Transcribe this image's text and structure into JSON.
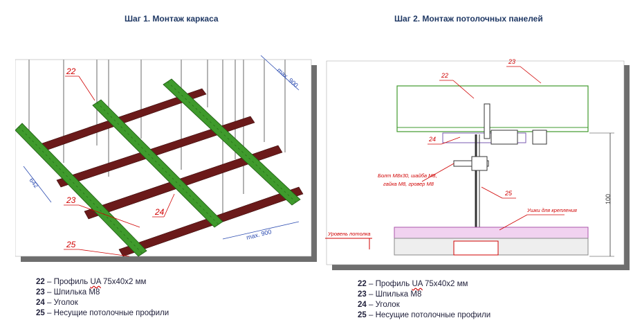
{
  "step1": {
    "title": "Шаг 1. Монтаж каркаса",
    "callouts": {
      "c22": "22",
      "c23": "23",
      "c24": "24",
      "c25": "25"
    },
    "dims": {
      "max_top": "max. 900",
      "max_bottom": "max. 900",
      "side": "642"
    }
  },
  "step2": {
    "title": "Шаг 2. Монтаж потолочных панелей",
    "callouts": {
      "c22": "22",
      "c23": "23",
      "c24": "24",
      "c25": "25"
    },
    "bolt_label_1": "Болт М8х30, шайба М8,",
    "bolt_label_2": "гайка М8, гровер М8",
    "ears_label": "Ушки для крепления",
    "level_label": "Уровень потолка",
    "dim_height": "100"
  },
  "legend": [
    {
      "num": "22",
      "sep": " – ",
      "pre": "Профиль ",
      "mark": "UA",
      "post": " 75х40х2 мм"
    },
    {
      "num": "23",
      "sep": " – ",
      "pre": "Шпилька М8",
      "mark": "",
      "post": ""
    },
    {
      "num": "24",
      "sep": " – ",
      "pre": "Уголок",
      "mark": "",
      "post": ""
    },
    {
      "num": "25",
      "sep": " – ",
      "pre": "Несущие потолочные профили",
      "mark": "",
      "post": ""
    }
  ],
  "colors": {
    "title": "#1f3864",
    "green_profile": "#3f9a2c",
    "red_profile": "#6b1a1a",
    "callout": "#d00000",
    "shadow": "#6e6e6e"
  }
}
